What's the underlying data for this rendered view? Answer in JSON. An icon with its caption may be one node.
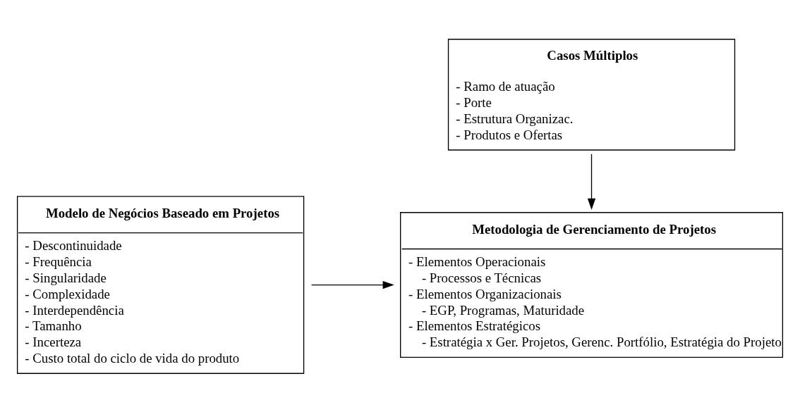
{
  "diagram": {
    "nodes": [
      {
        "text": [
          "Modelo de Negócios Baseado em Projetos",
          "- Descontinuidade",
          "- Frequência",
          "- Singularidade",
          "- Complexidade",
          "- Interdependência",
          "- Tamanho",
          "- Incerteza",
          "- Custo total do ciclo de vida do produto"
        ]
      },
      {
        "text": [
          "Metodologia de Gerenciamento de Projetos",
          "- Elementos Operacionais",
          "- Processos e Técnicas",
          "- Elementos Organizacionais",
          "- EGP, Programas, Maturidade",
          "- Elementos Estratégicos",
          "- Estratégia x Ger. Projetos, Gerenc. Portfólio, Estratégia do Projeto"
        ]
      },
      {
        "text": [
          "Casos Múltiplos",
          "- Ramo de atuação",
          "- Porte",
          "- Estrutura Organizac.",
          "- Produtos e Ofertas"
        ]
      }
    ],
    "edges": [
      {
        "from": 0,
        "to": 1,
        "arrow": "to"
      },
      {
        "from": 2,
        "to": 1,
        "arrow": "to"
      }
    ]
  }
}
